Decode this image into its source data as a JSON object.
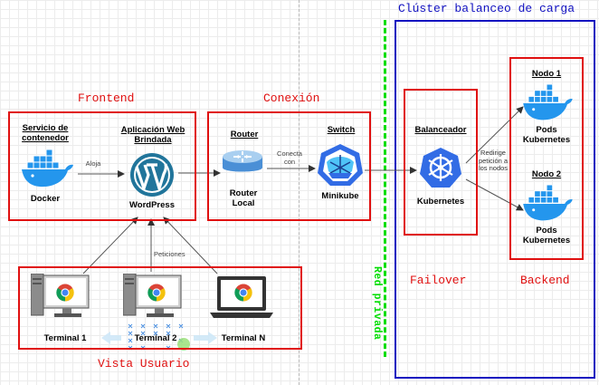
{
  "cluster": {
    "title": "Clúster balanceo de carga"
  },
  "private_network": {
    "label": "Red privada"
  },
  "frontend": {
    "title": "Frontend",
    "service_title": "Servicio de contenedor",
    "service_name": "Docker",
    "app_title": "Aplicación Web Brindada",
    "app_name": "WordPress",
    "edge_label": "Aloja"
  },
  "connection": {
    "title": "Conexión",
    "router_title": "Router",
    "router_name": "Router Local",
    "switch_title": "Switch",
    "switch_name": "Minikube",
    "edge_label": "Conecta con"
  },
  "balancer": {
    "title": "Balanceador",
    "name": "Kubernetes",
    "section_label": "Failover",
    "edge_label": "Redirige petición a los nodos"
  },
  "backend": {
    "section_label": "Backend",
    "node1_title": "Nodo 1",
    "node1_name": "Pods Kubernetes",
    "node2_title": "Nodo 2",
    "node2_name": "Pods Kubernetes"
  },
  "user_view": {
    "title": "Vista Usuario",
    "requests_label": "Peticiones",
    "terminals": [
      "Terminal 1",
      "Terminal 2",
      "Terminal N"
    ]
  },
  "colors": {
    "red": "#e01010",
    "blue": "#1010c0",
    "green": "#00dd00",
    "docker_blue": "#2496ed",
    "wordpress_blue": "#21759b",
    "k8s_blue": "#326ce5",
    "chrome_red": "#db4437",
    "chrome_yellow": "#f4c20d",
    "chrome_green": "#0f9d58",
    "chrome_blue": "#4285f4"
  },
  "icons": [
    "docker-icon",
    "wordpress-icon",
    "router-icon",
    "switch-icon",
    "kubernetes-icon",
    "desktop-pc-icon",
    "laptop-icon",
    "chrome-icon"
  ]
}
